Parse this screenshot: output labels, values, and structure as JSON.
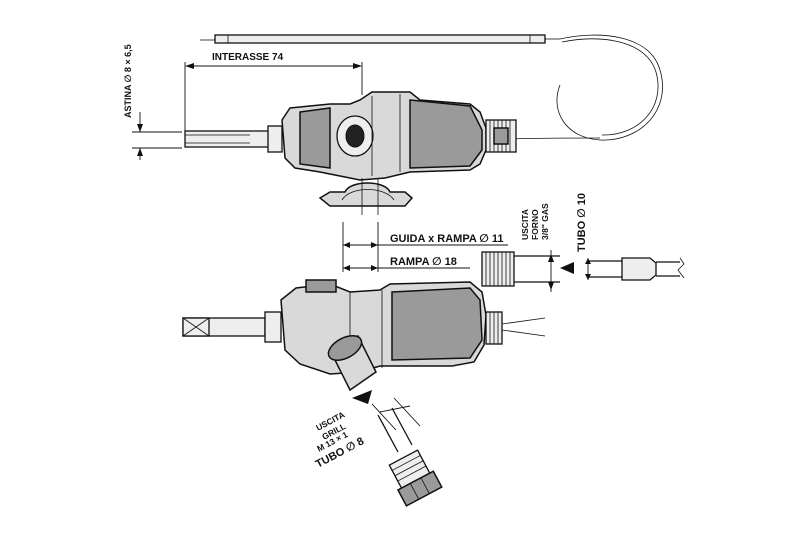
{
  "labels": {
    "interasse": "INTERASSE 74",
    "astina": "ASTINA ∅ 8 × 6,5",
    "guida_rampa": "GUIDA x RAMPA ∅ 11",
    "rampa": "RAMPA ∅ 18",
    "uscita_forno": "USCITA",
    "uscita_forno_2": "FORNO",
    "uscita_forno_3": "3/8\" GAS",
    "tubo_10": "TUBO ∅ 10",
    "uscita_grill": "USCITA",
    "uscita_grill_2": "GRILL",
    "uscita_grill_3": "M 13 × 1",
    "tubo_8": "TUBO ∅ 8"
  }
}
